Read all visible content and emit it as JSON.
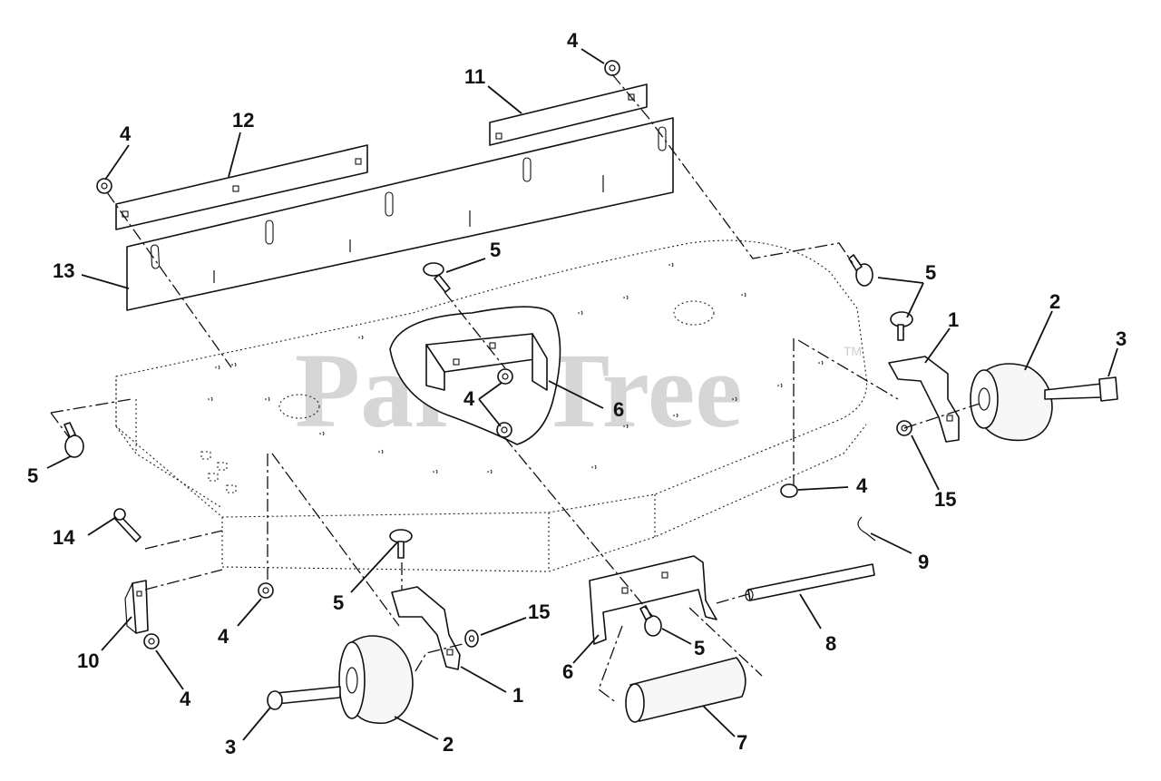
{
  "watermark": {
    "text": "PartsTree",
    "tm": "TM"
  },
  "callouts": [
    {
      "id": "c-4-top",
      "label": "4"
    },
    {
      "id": "c-11",
      "label": "11"
    },
    {
      "id": "c-12",
      "label": "12"
    },
    {
      "id": "c-4-left",
      "label": "4"
    },
    {
      "id": "c-13",
      "label": "13"
    },
    {
      "id": "c-5-center",
      "label": "5"
    },
    {
      "id": "c-5-right",
      "label": "5"
    },
    {
      "id": "c-1-right",
      "label": "1"
    },
    {
      "id": "c-2-right",
      "label": "2"
    },
    {
      "id": "c-3-right",
      "label": "3"
    },
    {
      "id": "c-4-center",
      "label": "4"
    },
    {
      "id": "c-6-center",
      "label": "6"
    },
    {
      "id": "c-15-right",
      "label": "15"
    },
    {
      "id": "c-4-right",
      "label": "4"
    },
    {
      "id": "c-5-left",
      "label": "5"
    },
    {
      "id": "c-14",
      "label": "14"
    },
    {
      "id": "c-9",
      "label": "9"
    },
    {
      "id": "c-4-lower-left",
      "label": "4"
    },
    {
      "id": "c-5-lower",
      "label": "5"
    },
    {
      "id": "c-15-lower",
      "label": "15"
    },
    {
      "id": "c-10",
      "label": "10"
    },
    {
      "id": "c-8",
      "label": "8"
    },
    {
      "id": "c-6-lower",
      "label": "6"
    },
    {
      "id": "c-5-bottom",
      "label": "5"
    },
    {
      "id": "c-1-lower",
      "label": "1"
    },
    {
      "id": "c-4-bottom",
      "label": "4"
    },
    {
      "id": "c-3-lower",
      "label": "3"
    },
    {
      "id": "c-2-lower",
      "label": "2"
    },
    {
      "id": "c-7",
      "label": "7"
    }
  ]
}
